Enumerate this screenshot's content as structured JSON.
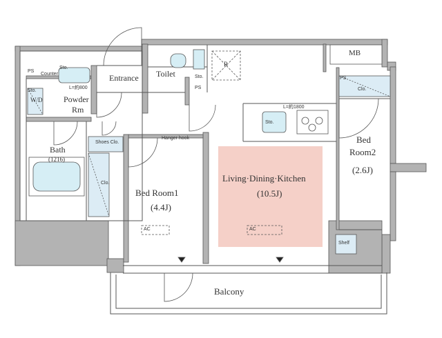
{
  "rooms": {
    "living": {
      "name": "Living·Dining·Kitchen",
      "size": "(10.5J)"
    },
    "bed1": {
      "name": "Bed Room1",
      "size": "(4.4J)"
    },
    "bed2": {
      "name1": "Bed",
      "name2": "Room2",
      "size": "(2.6J)"
    },
    "bath": {
      "name": "Bath",
      "size": "(1216)"
    },
    "powder": {
      "name1": "Powder",
      "name2": "Rm"
    },
    "entrance": "Entrance",
    "toilet": "Toilet",
    "balcony": "Balcony",
    "mb": "MB"
  },
  "labels": {
    "ps": "PS",
    "counter": "Counter",
    "sto": "Sto.",
    "clo": "Clo.",
    "wd": "W/D",
    "shoes": "Shoes Clo.",
    "hanger": "Hanger hook",
    "shelf": "Shelf",
    "ac": "AC",
    "kitchen_len": "L=約1800",
    "counter_len": "L=約800",
    "refrig": "R"
  },
  "colors": {
    "wall": "#b3b3b3",
    "line": "#555555",
    "ldk_highlight": "#f5d0c8",
    "fixture": "#d6eef5",
    "label_box": "#dcecf5"
  }
}
